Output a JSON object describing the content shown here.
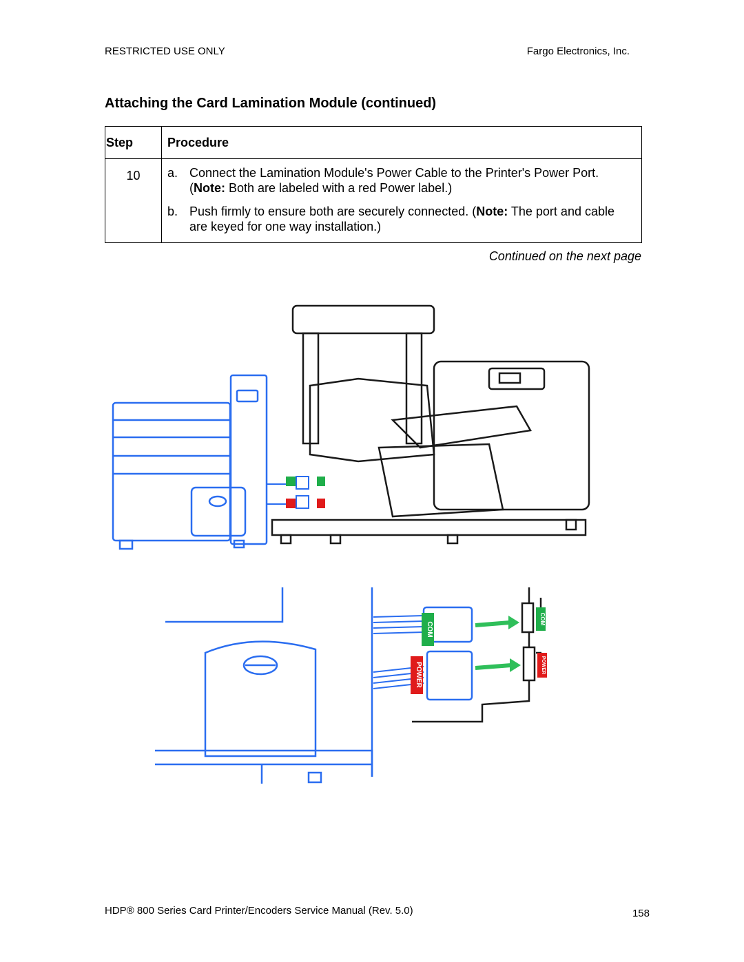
{
  "header": {
    "left": "RESTRICTED USE ONLY",
    "right": "Fargo Electronics, Inc."
  },
  "title": "Attaching the Card Lamination Module (continued)",
  "table": {
    "col_step": "Step",
    "col_procedure": "Procedure",
    "rows": [
      {
        "step": "10",
        "items": [
          {
            "letter": "a.",
            "text_before": "Connect the Lamination Module's Power Cable to the Printer's Power Port. (",
            "bold": "Note:",
            "text_after": "  Both are labeled with a red Power label.)"
          },
          {
            "letter": "b.",
            "text_before": "Push firmly to ensure both are securely connected. (",
            "bold": "Note:",
            "text_after": "  The port and cable are keyed for one way installation.)"
          }
        ]
      }
    ]
  },
  "continued": "Continued on the next page",
  "figure": {
    "com_label": "COM",
    "power_label": "POWER",
    "colors": {
      "printer_blue": "#2a6df0",
      "module_black": "#1a1a1a",
      "com_green": "#1fae4a",
      "power_red": "#e01b1b",
      "arrow_green": "#2fbf5a"
    }
  },
  "footer": {
    "left": "HDP® 800 Series Card Printer/Encoders Service Manual (Rev. 5.0)",
    "page": "158"
  }
}
